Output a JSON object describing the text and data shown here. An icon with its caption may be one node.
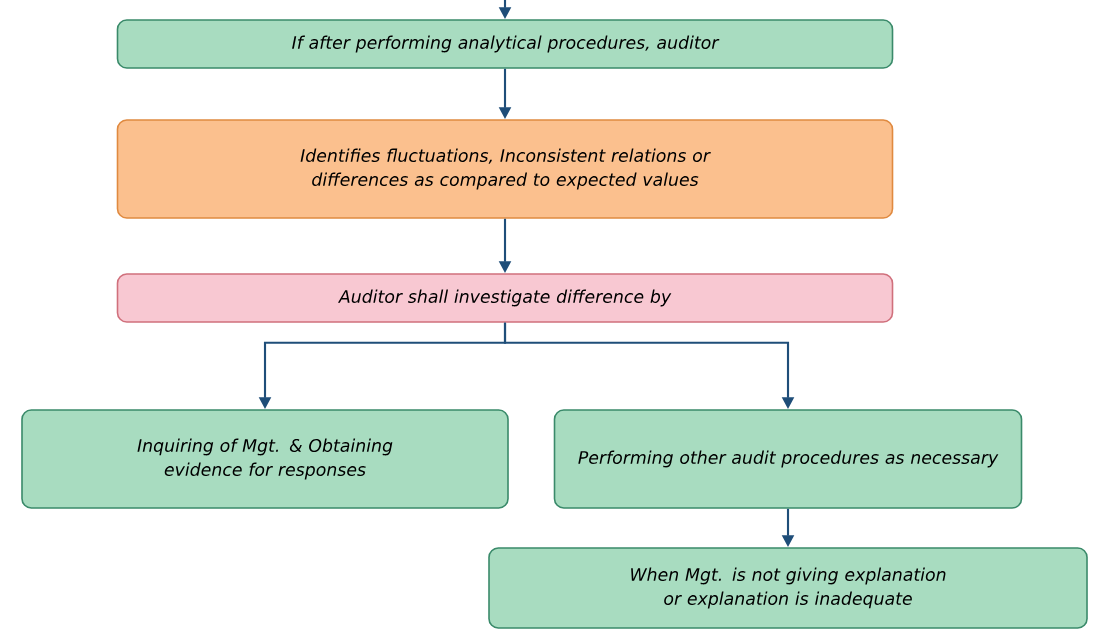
{
  "diagram": {
    "nodes": [
      {
        "text": [
          "If after performing analytical procedures, auditor"
        ]
      },
      {
        "text": [
          "Identifies fluctuations, Inconsistent relations or differences as compared to expected values"
        ]
      },
      {
        "text": [
          "Auditor shall investigate difference by"
        ]
      },
      {
        "text": [
          "Inquiring of Mgt. & Obtaining evidence for responses"
        ]
      },
      {
        "text": [
          "Performing other audit procedures as necessary"
        ]
      },
      {
        "text": [
          "When Mgt. is not giving explanation or explanation is inadequate"
        ]
      }
    ],
    "edges": [
      {
        "from": null,
        "to": 0,
        "arrow": "to"
      },
      {
        "from": 0,
        "to": 1,
        "arrow": "to"
      },
      {
        "from": 1,
        "to": 2,
        "arrow": "to"
      },
      {
        "from": 2,
        "to": 3,
        "arrow": "to"
      },
      {
        "from": 2,
        "to": 4,
        "arrow": "to"
      },
      {
        "from": 4,
        "to": 5,
        "arrow": "to"
      }
    ]
  }
}
